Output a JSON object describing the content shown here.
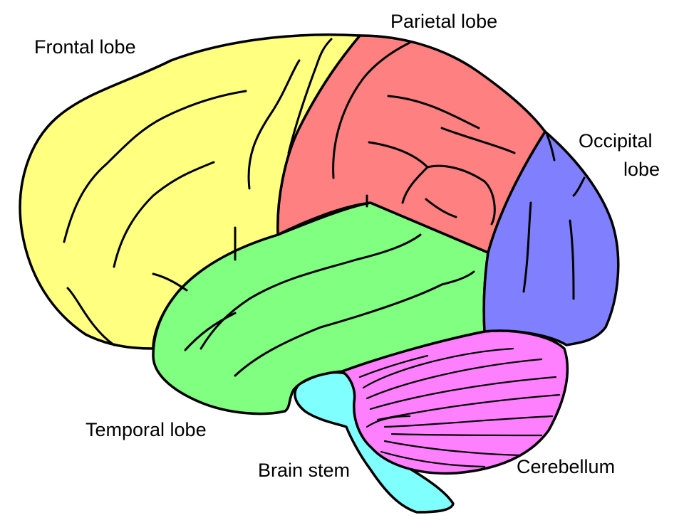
{
  "labels": {
    "frontal": "Frontal lobe",
    "parietal": "Parietal lobe",
    "occipital_line1": "Occipital",
    "occipital_line2": "lobe",
    "temporal": "Temporal lobe",
    "brain_stem": "Brain stem",
    "cerebellum": "Cerebellum"
  },
  "colors": {
    "frontal": "#ffff80",
    "parietal": "#ff8080",
    "occipital": "#8080ff",
    "temporal": "#80ff80",
    "cerebellum": "#ff80ff",
    "brain_stem": "#80ffff"
  }
}
